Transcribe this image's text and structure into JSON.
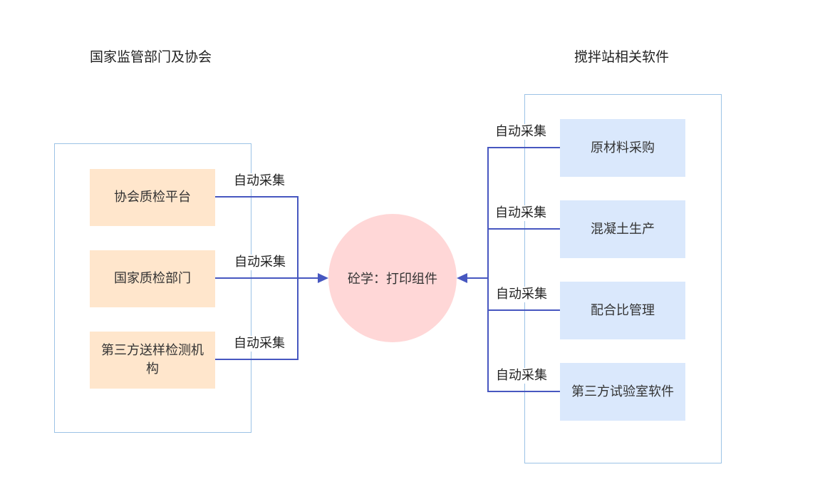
{
  "groups": {
    "left_title": "国家监管部门及协会",
    "right_title": "搅拌站相关软件"
  },
  "left_nodes": [
    "协会质检平台",
    "国家质检部门",
    "第三方送样检测机构"
  ],
  "right_nodes": [
    "原材料采购",
    "混凝土生产",
    "配合比管理",
    "第三方试验室软件"
  ],
  "center": {
    "label": "砼学：打印组件"
  },
  "edge_label": "自动采集",
  "colors": {
    "left_node_fill": "#ffe6cc",
    "right_node_fill": "#dae8fc",
    "center_fill": "#ffd7d7",
    "connector": "#4757c0",
    "frame_border": "#9cc3e6"
  }
}
